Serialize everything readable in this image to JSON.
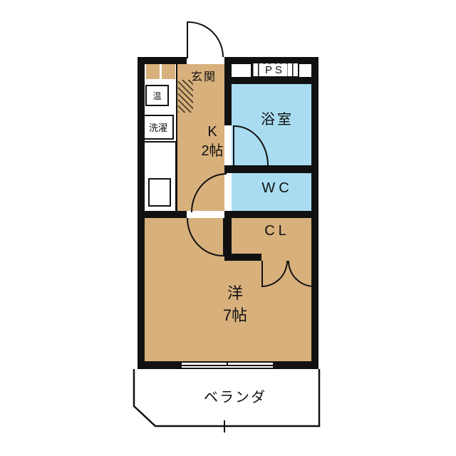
{
  "title": "1K apartment floor plan",
  "colors": {
    "wall": "#111111",
    "wood_floor": "#d7b07c",
    "wet_area": "#a9dcf0",
    "closet": "#d8d4c6",
    "background": "#ffffff"
  },
  "rooms": {
    "genkan": {
      "label": "玄関"
    },
    "ps": {
      "label": "PS"
    },
    "kitchen": {
      "name": "K",
      "size": "2帖"
    },
    "bath": {
      "label": "浴室"
    },
    "wc": {
      "label": "WC"
    },
    "closet": {
      "label": "CL"
    },
    "western_room": {
      "name": "洋",
      "size": "7帖"
    },
    "veranda": {
      "label": "ベランダ"
    }
  },
  "fixtures": {
    "water_heater": {
      "label": "温"
    },
    "laundry": {
      "label": "洗濯"
    }
  }
}
